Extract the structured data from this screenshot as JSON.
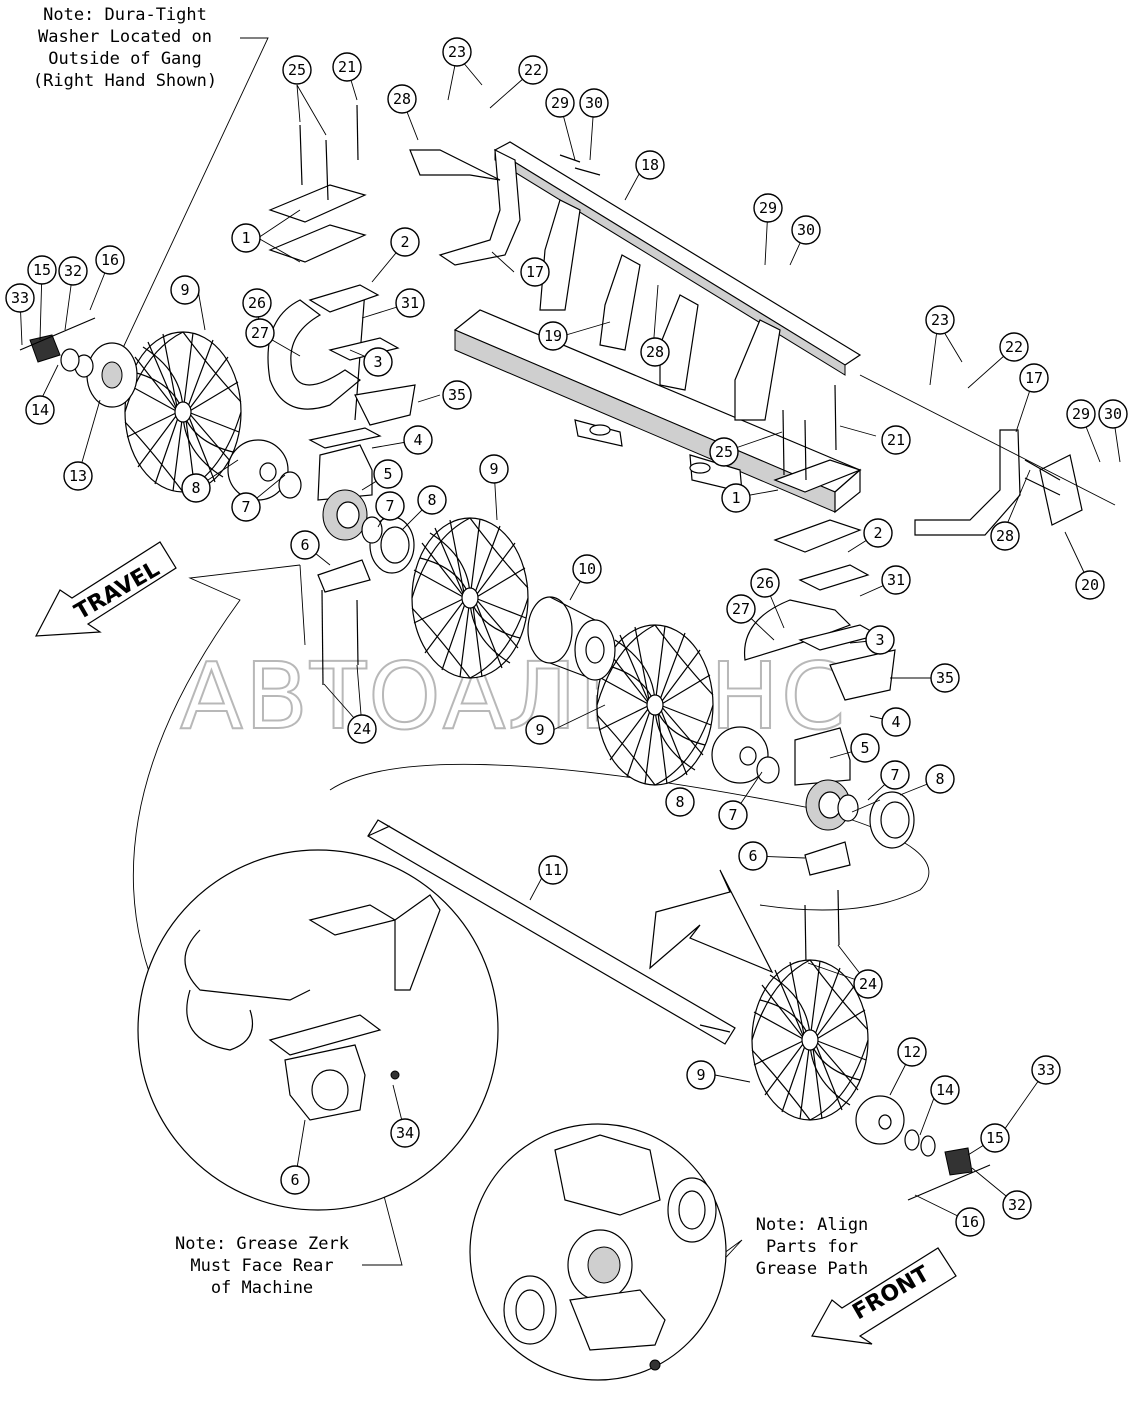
{
  "notes": {
    "dura_tight": [
      "Note: Dura-Tight",
      "Washer Located on",
      "Outside of Gang",
      "(Right Hand Shown)"
    ],
    "grease_zerk": [
      "Note: Grease Zerk",
      "Must Face Rear",
      "of Machine"
    ],
    "align_parts": [
      "Note: Align",
      "Parts for",
      "Grease Path"
    ]
  },
  "arrows": {
    "travel": "TRAVEL",
    "front": "FRONT"
  },
  "watermark": "АВТОАЛЬЯНС",
  "callouts": {
    "c1a": "1",
    "c1b": "1",
    "c2a": "2",
    "c2b": "2",
    "c3a": "3",
    "c3b": "3",
    "c4a": "4",
    "c4b": "4",
    "c5a": "5",
    "c5b": "5",
    "c6a": "6",
    "c6b": "6",
    "c6c": "6",
    "c7a": "7",
    "c7b": "7",
    "c7c": "7",
    "c7d": "7",
    "c8a": "8",
    "c8b": "8",
    "c8c": "8",
    "c8d": "8",
    "c9a": "9",
    "c9b": "9",
    "c9c": "9",
    "c9d": "9",
    "c10": "10",
    "c11": "11",
    "c12": "12",
    "c13": "13",
    "c14a": "14",
    "c14b": "14",
    "c15a": "15",
    "c15b": "15",
    "c16a": "16",
    "c16b": "16",
    "c17a": "17",
    "c17b": "17",
    "c18": "18",
    "c19": "19",
    "c20": "20",
    "c21a": "21",
    "c21b": "21",
    "c22a": "22",
    "c22b": "22",
    "c23a": "23",
    "c23b": "23",
    "c24a": "24",
    "c24b": "24",
    "c25a": "25",
    "c25b": "25",
    "c26a": "26",
    "c26b": "26",
    "c27a": "27",
    "c27b": "27",
    "c28a": "28",
    "c28b": "28",
    "c28c": "28",
    "c29a": "29",
    "c29b": "29",
    "c29c": "29",
    "c30a": "30",
    "c30b": "30",
    "c30c": "30",
    "c31a": "31",
    "c31b": "31",
    "c32a": "32",
    "c32b": "32",
    "c33a": "33",
    "c33b": "33",
    "c34": "34",
    "c35a": "35",
    "c35b": "35"
  }
}
